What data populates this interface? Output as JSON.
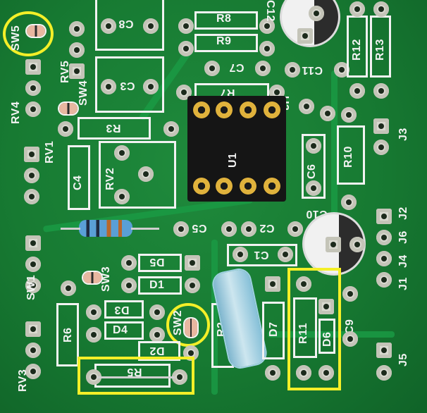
{
  "labels": {
    "sw5": "SW5",
    "rv5": "RV5",
    "sw4": "SW4",
    "rv4": "RV4",
    "rv1": "RV1",
    "rv2": "RV2",
    "c8": "C8",
    "c3": "C3",
    "r3": "R3",
    "r8": "R8",
    "r9": "R9",
    "c7": "C7",
    "r7": "R7",
    "u3": "U3",
    "c12": "C12",
    "c11": "C11",
    "r12": "R12",
    "r13": "R13",
    "j3": "J3",
    "r10": "R10",
    "u1": "U1",
    "c6": "C6",
    "c10": "C10",
    "c4": "C4",
    "c5": "C5",
    "c2": "C2",
    "j2": "J2",
    "j6": "J6",
    "j4": "J4",
    "j1": "J1",
    "c1": "C1",
    "d5": "D5",
    "d1": "D1",
    "sw3": "SW3",
    "sw1": "SW1",
    "d3": "D3",
    "d4": "D4",
    "r6": "R6",
    "sw2": "SW2",
    "r2": "R2",
    "d7": "D7",
    "r11": "R11",
    "d6": "D6",
    "c9": "C9",
    "d2": "D2",
    "r5": "R5",
    "j5": "J5",
    "rv3": "RV3"
  },
  "colors": {
    "board": "#177a32",
    "silkscreen": "#f3f3f3",
    "highlight": "#f4ef28",
    "socket": "#151515",
    "pin_gold": "#e0b23c"
  }
}
